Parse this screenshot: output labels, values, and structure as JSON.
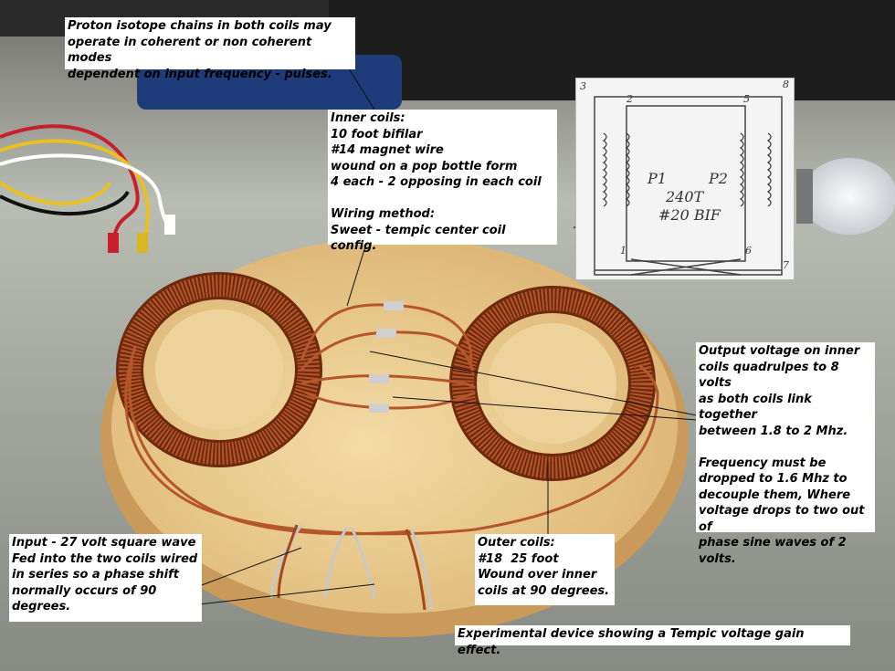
{
  "labels": {
    "proton": "Proton isotope chains in both coils may\noperate in coherent or non coherent modes\ndependent on input frequency - pulses.",
    "inner": "Inner coils:\n10 foot bifilar\n#14 magnet wire\nwound on a pop bottle form\n4 each - 2 opposing in each coil\n\nWiring method:\nSweet - tempic center coil config.",
    "output": "Output voltage on inner\ncoils quadrulpes to 8 volts\nas both coils link together\nbetween 1.8 to 2 Mhz.\n\nFrequency must be\ndropped to 1.6 Mhz to\ndecouple them, Where\nvoltage drops to two out of\nphase sine waves of 2\nvolts.",
    "input": "Input - 27 volt square wave\nFed into the two coils wired\nin series so a phase shift\nnormally occurs of 90\ndegrees.",
    "outer": "Outer coils:\n#18  25 foot\nWound over inner\ncoils at 90 degrees.",
    "caption": "Experimental device showing a Tempic voltage gain effect."
  },
  "schematic": {
    "nodes": [
      "3",
      "2",
      "5",
      "8",
      "1",
      "6",
      "7"
    ],
    "p1": "P1",
    "p2": "P2",
    "turns": "240T",
    "wire": "#20 BIF"
  },
  "colors": {
    "copper": "#a4461f",
    "board": "#e9c98e",
    "table": "#8d918a"
  }
}
